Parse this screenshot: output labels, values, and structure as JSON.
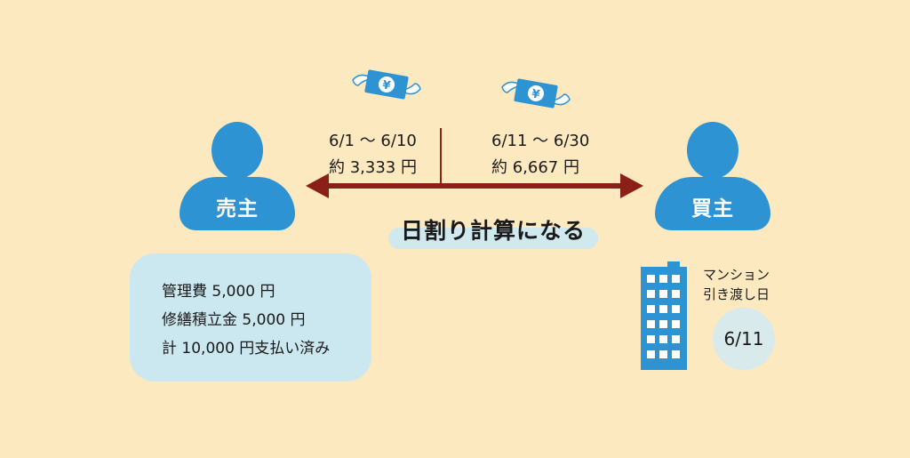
{
  "seller": {
    "label": "売主"
  },
  "buyer": {
    "label": "買主"
  },
  "periods": [
    {
      "range": "6/1 〜 6/10",
      "amount": "約 3,333 円"
    },
    {
      "range": "6/11 〜 6/30",
      "amount": "約 6,667 円"
    }
  ],
  "center_label": "日割り計算になる",
  "fees": {
    "lines": [
      "管理費 5,000 円",
      "修繕積立金 5,000 円",
      "計 10,000 円支払い済み"
    ]
  },
  "handover": {
    "label_line1": "マンション",
    "label_line2": "引き渡し日",
    "date": "6/11"
  },
  "colors": {
    "background": "#fde9bf",
    "person": "#2e93d3",
    "arrow": "#8b2018",
    "box": "#cbe7ef"
  },
  "icons": [
    "yen-bill-with-wings-icon",
    "building-icon"
  ]
}
